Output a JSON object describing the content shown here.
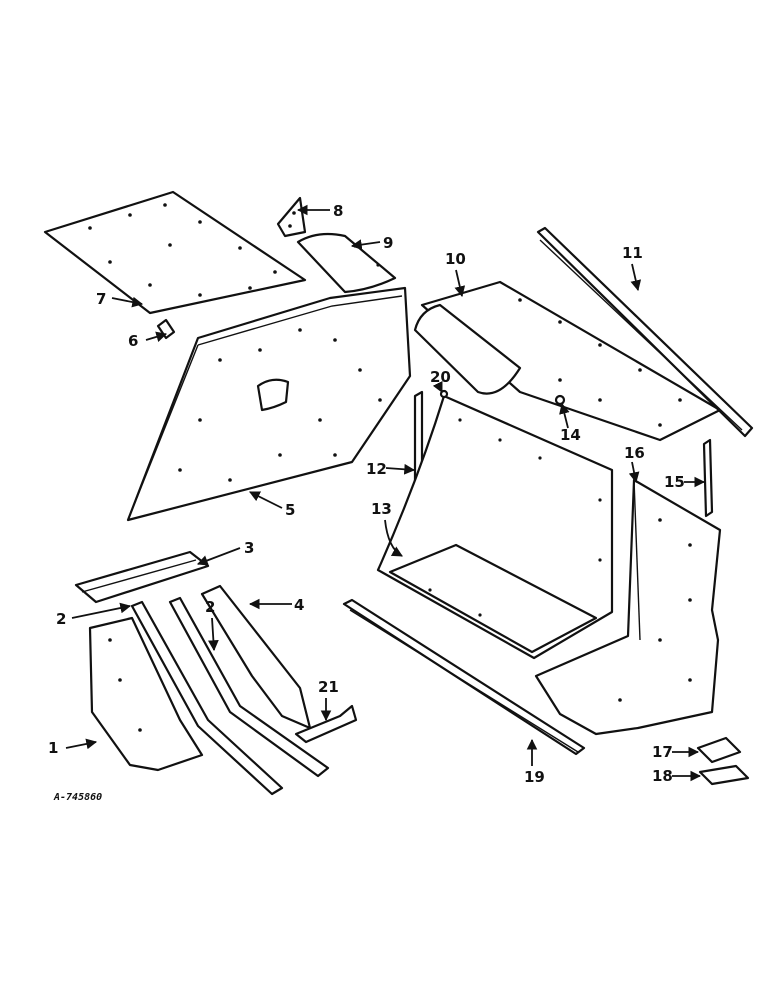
{
  "callouts": [
    "1",
    "2",
    "2",
    "3",
    "4",
    "5",
    "6",
    "7",
    "8",
    "9",
    "10",
    "11",
    "12",
    "13",
    "14",
    "15",
    "16",
    "17",
    "18",
    "19",
    "20",
    "21"
  ],
  "drawing_number": "A-745860"
}
